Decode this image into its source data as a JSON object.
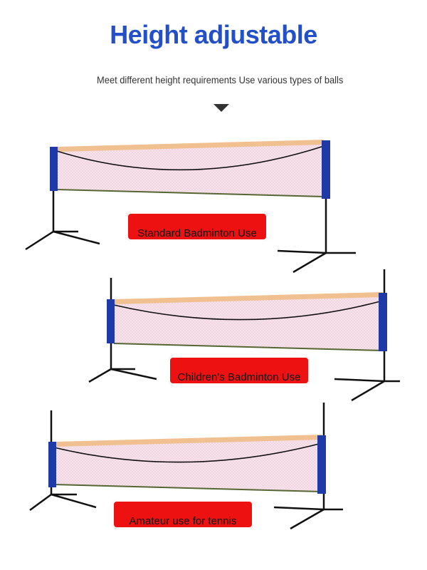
{
  "header": {
    "title": "Height adjustable",
    "subtitle": "Meet different height requirements Use various types of balls"
  },
  "colors": {
    "title": "#2350c8",
    "net_fill": "#f8e4ec",
    "top_band": "#f0c090",
    "post_blue": "#1f3aa6",
    "label_red": "#ee1111"
  },
  "nets": [
    {
      "label": "Standard Badminton Use"
    },
    {
      "label": "Children's Badminton Use"
    },
    {
      "label": "Amateur use for tennis"
    }
  ]
}
